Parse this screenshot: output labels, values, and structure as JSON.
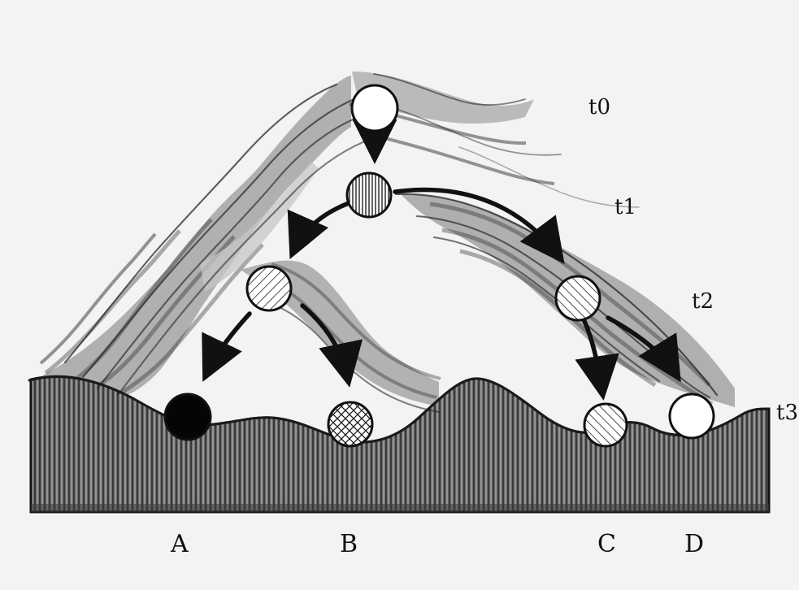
{
  "time_labels": [
    "t0",
    "t1",
    "t2",
    "t3"
  ],
  "basin_labels": [
    "A",
    "B",
    "C",
    "D"
  ]
}
